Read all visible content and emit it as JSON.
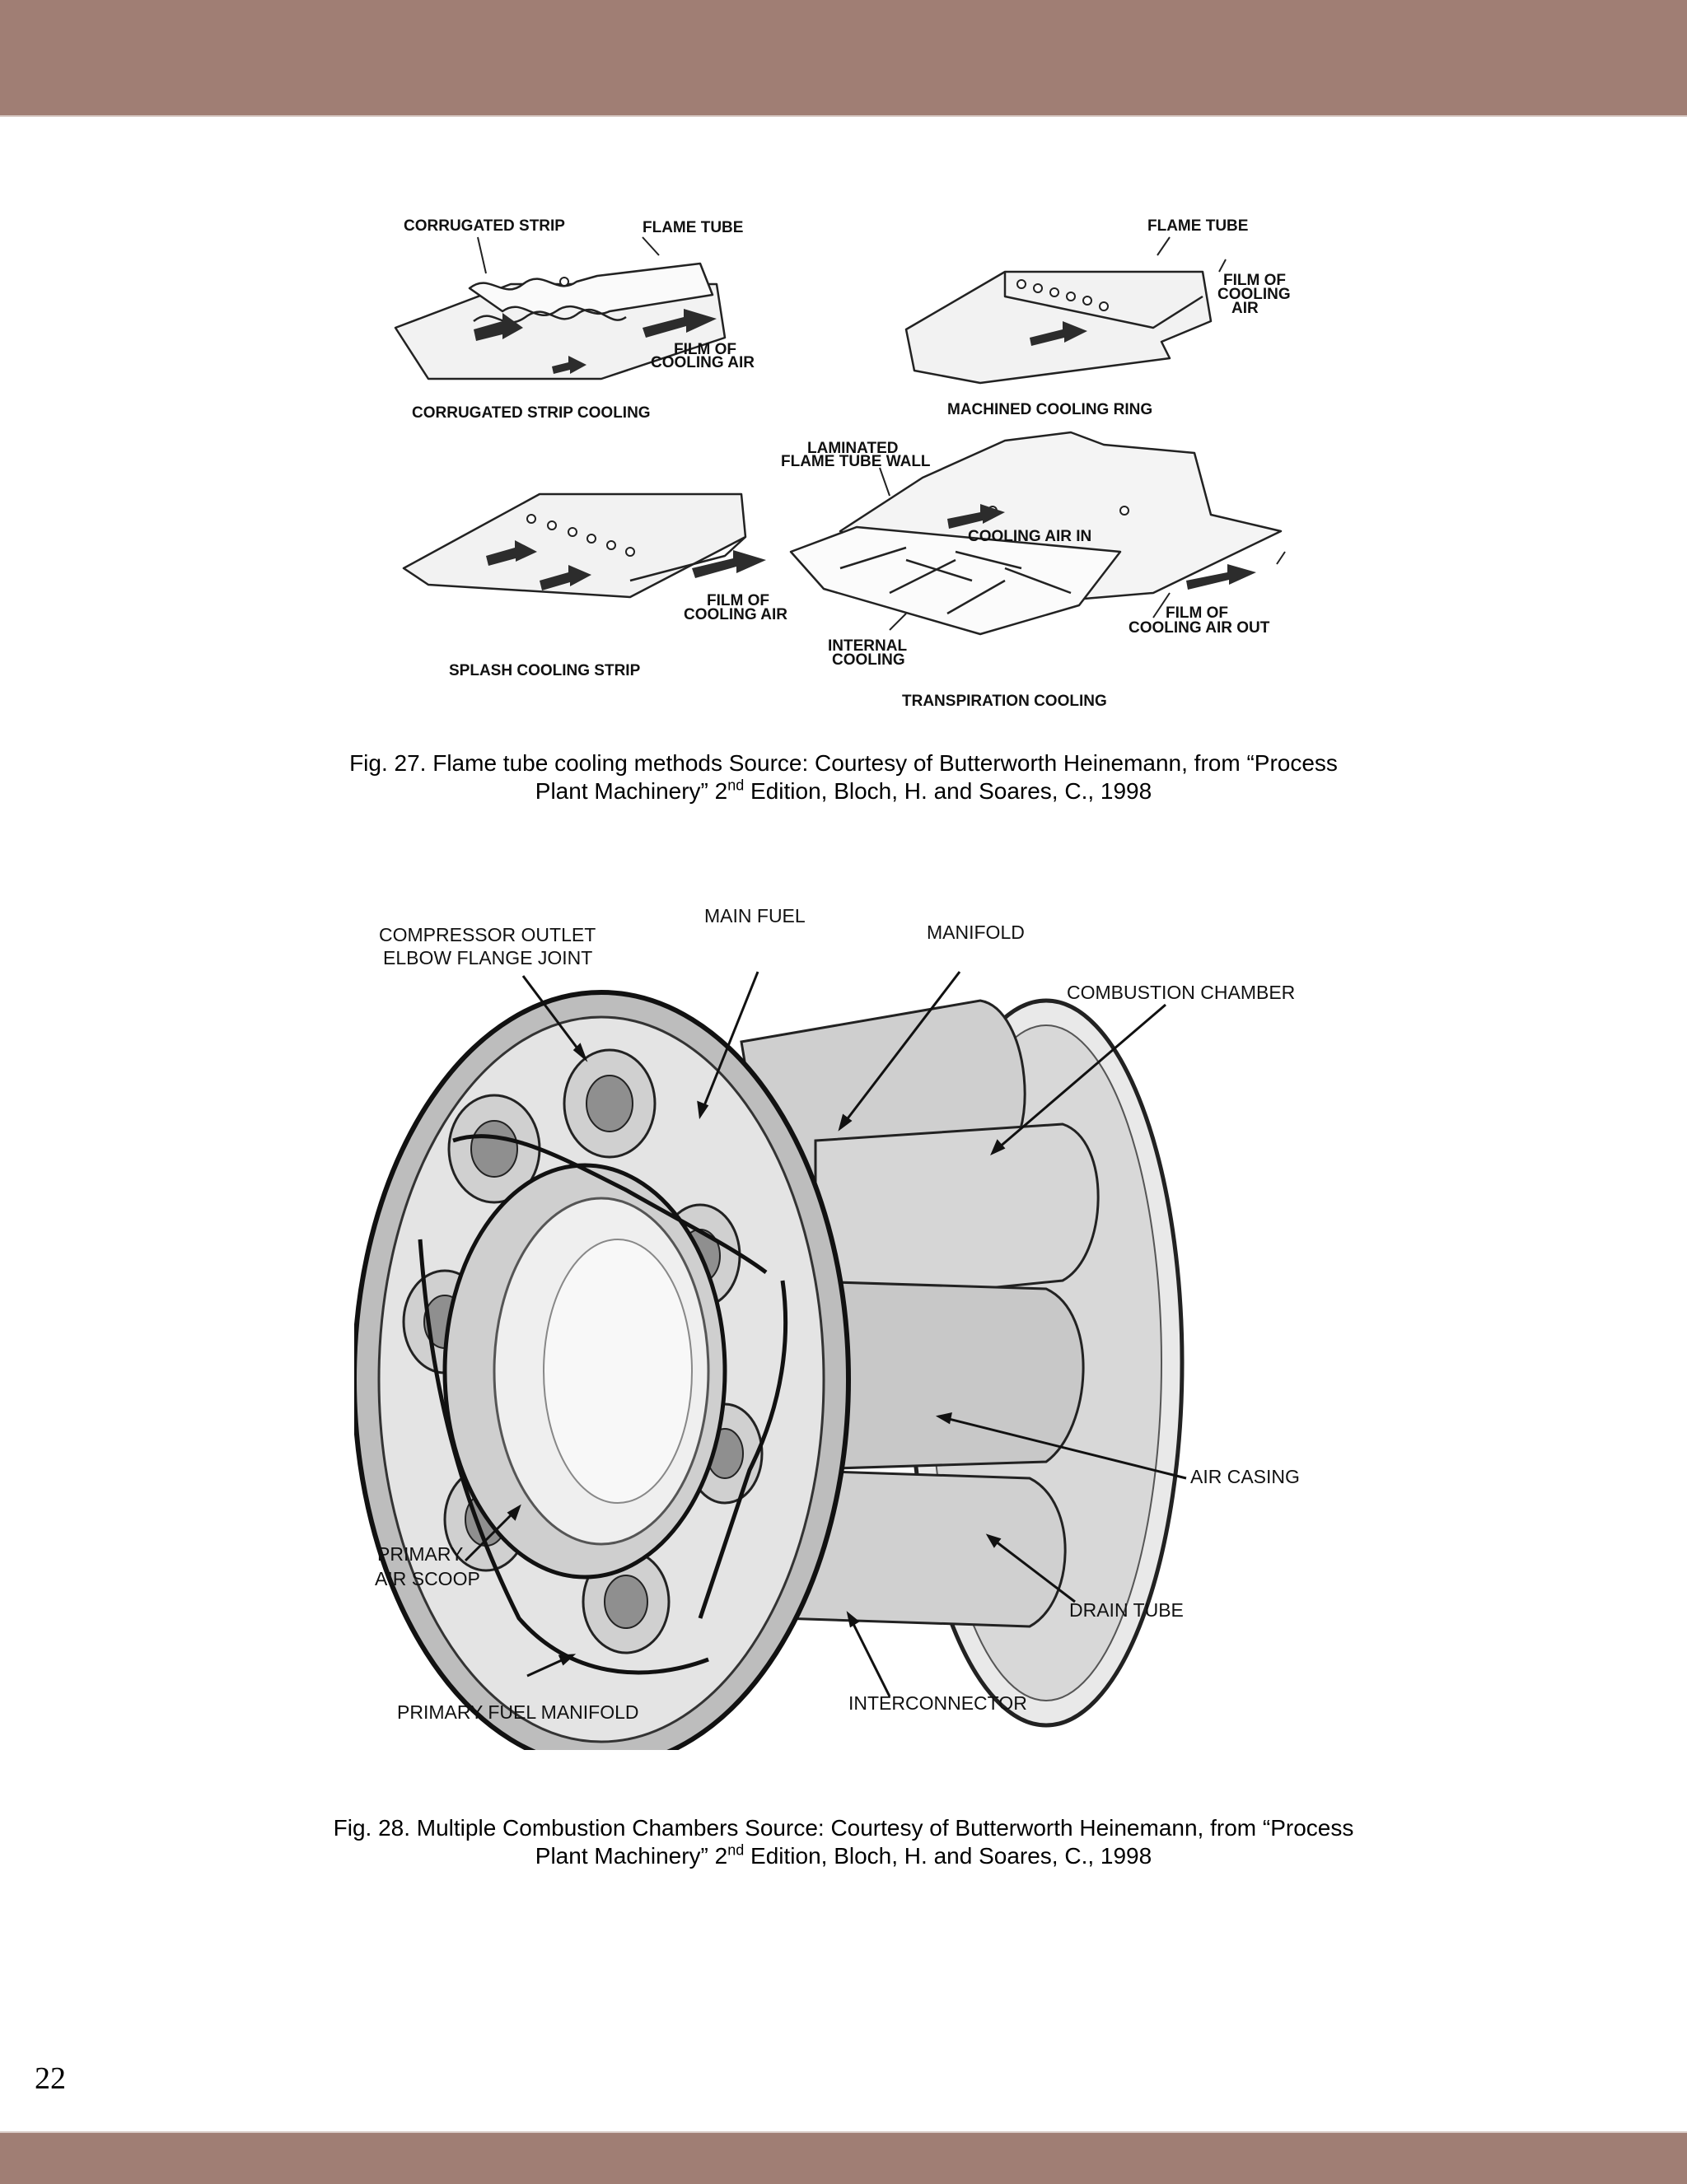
{
  "page": {
    "number": "22",
    "header_color": "#a07e74"
  },
  "figure27": {
    "labels": {
      "corrugated_strip": "CORRUGATED STRIP",
      "flame_tube_1": "FLAME TUBE",
      "film_1a": "FILM OF",
      "film_1b": "COOLING AIR",
      "corrugated_strip_cooling": "CORRUGATED STRIP COOLING",
      "flame_tube_2": "FLAME TUBE",
      "film_2a": "FILM OF",
      "film_2b": "COOLING",
      "film_2c": "AIR",
      "machined_cooling_ring": "MACHINED COOLING RING",
      "laminated_a": "LAMINATED",
      "laminated_b": "FLAME TUBE WALL",
      "cooling_air_in": "COOLING AIR IN",
      "film_3a": "FILM OF",
      "film_3b": "COOLING AIR",
      "splash_cooling_strip": "SPLASH COOLING STRIP",
      "internal_a": "INTERNAL",
      "internal_b": "COOLING",
      "film_4a": "FILM OF",
      "film_4b": "COOLING AIR OUT",
      "transpiration_cooling": "TRANSPIRATION COOLING"
    },
    "caption_line1": "Fig. 27. Flame tube cooling methods Source: Courtesy of Butterworth Heinemann, from “Process",
    "caption_line2_a": "Plant Machinery” 2",
    "caption_line2_sup": "nd",
    "caption_line2_b": " Edition, Bloch, H. and Soares, C., 1998"
  },
  "figure28": {
    "labels": {
      "compressor_a": "COMPRESSOR OUTLET",
      "compressor_b": "ELBOW FLANGE JOINT",
      "main_fuel": "MAIN FUEL",
      "manifold": "MANIFOLD",
      "combustion_chamber": "COMBUSTION CHAMBER",
      "air_casing": "AIR CASING",
      "primary_a": "PRIMARY",
      "primary_b": "AIR SCOOP",
      "drain_tube": "DRAIN TUBE",
      "interconnector": "INTERCONNECTOR",
      "primary_fuel_manifold": "PRIMARY FUEL MANIFOLD"
    },
    "caption_line1": "Fig. 28. Multiple Combustion Chambers Source: Courtesy of Butterworth Heinemann, from “Process",
    "caption_line2_a": "Plant Machinery” 2",
    "caption_line2_sup": "nd",
    "caption_line2_b": " Edition, Bloch, H. and Soares, C., 1998"
  }
}
